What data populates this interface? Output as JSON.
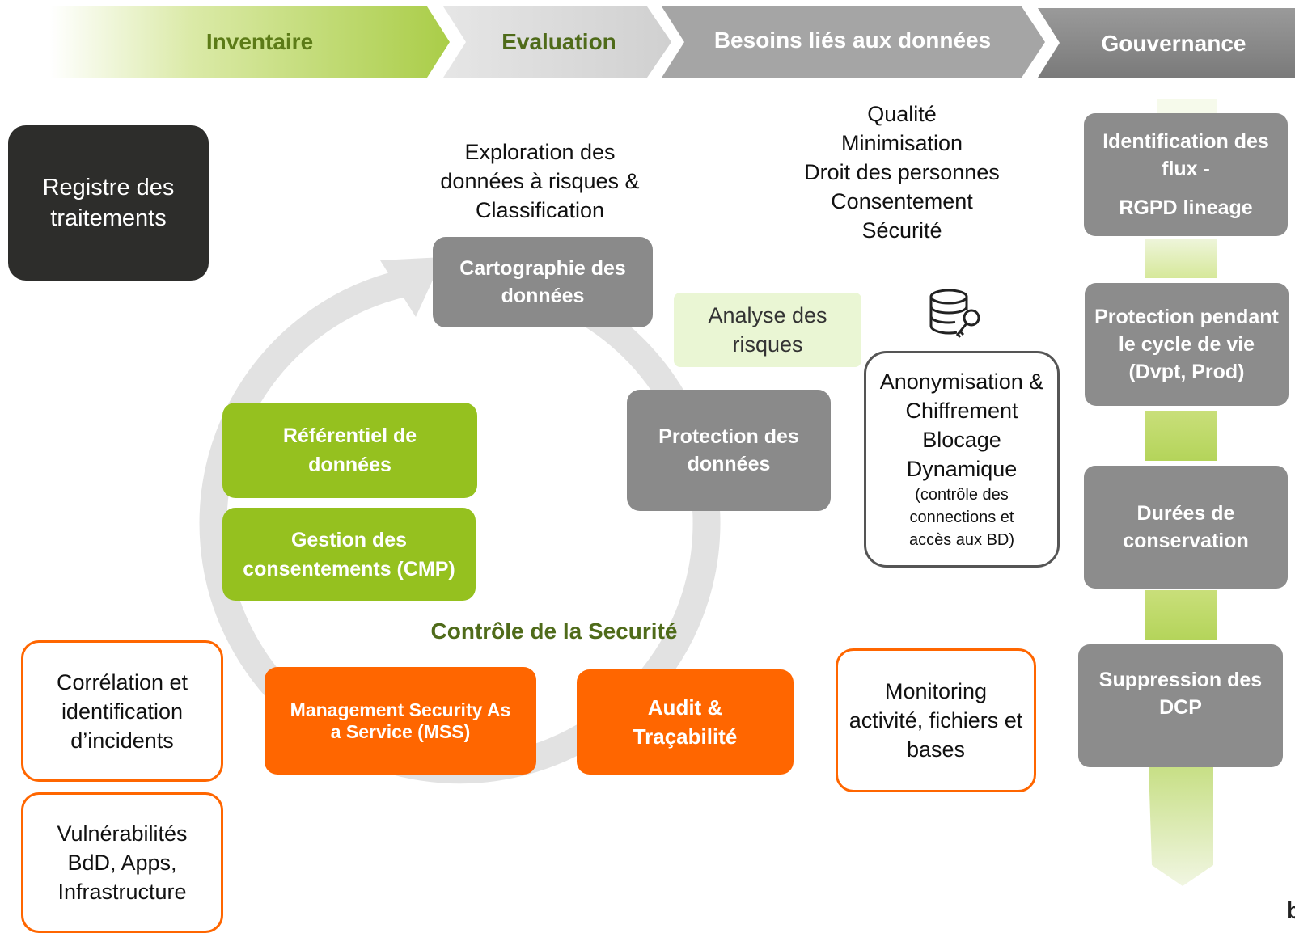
{
  "colors": {
    "gray": "#8a8a8a",
    "green": "#95c11f",
    "orange": "#ff6600",
    "dark": "#2d2d2b",
    "light_green": "#eaf6d4",
    "title_green": "#4f6b1a"
  },
  "stages": [
    {
      "label": "Inventaire"
    },
    {
      "label": "Evaluation"
    },
    {
      "label": "Besoins  liés aux données"
    },
    {
      "label": "Gouvernance"
    }
  ],
  "registre": "Registre des traitements",
  "exploration": "Exploration des données à risques & Classification",
  "needs": [
    "Qualité",
    "Minimisation",
    "Droit des personnes",
    "Consentement",
    "Sécurité"
  ],
  "cycle": {
    "cartographie": "Cartographie des données",
    "analyse": "Analyse des risques",
    "protection": "Protection des données",
    "referentiel": "Référentiel de données",
    "consentements": "Gestion des consentements (CMP)",
    "controle_title": "Contrôle de la Securité",
    "mss": "Management Security As a Service (MSS)",
    "audit": "Audit & Traçabilité"
  },
  "database_icon": "database-key-icon",
  "anonymisation": {
    "main": "Anonymisation & Chiffrement Blocage Dynamique",
    "note": "(contrôle des connections et accès aux BD)"
  },
  "monitoring": "Monitoring activité, fichiers et bases",
  "correlation": "Corrélation et identification d’incidents",
  "vulnerabilites": "Vulnérabilités BdD, Apps, Infrastructure",
  "governance": {
    "identification_line1": "Identification des flux -",
    "identification_line2": "RGPD lineage",
    "protection_cycle": "Protection pendant le cycle de vie (Dvpt, Prod)",
    "durees": "Durées de conservation",
    "suppression": "Suppression des DCP"
  },
  "corner_text": "b"
}
